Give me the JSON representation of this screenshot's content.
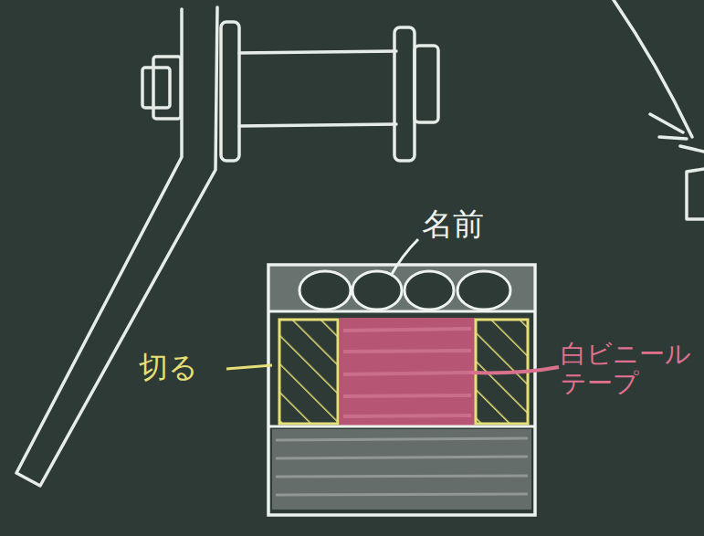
{
  "diagram": {
    "labels": [
      "名前",
      "切る",
      "白ビニール テープ"
    ]
  }
}
